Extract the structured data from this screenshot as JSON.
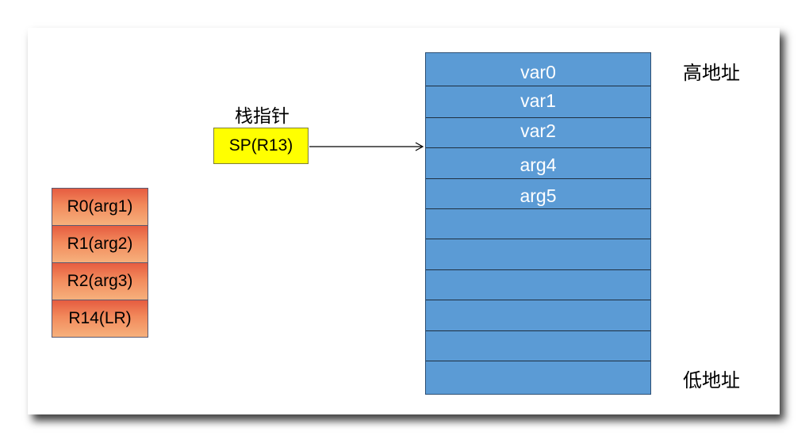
{
  "stack_pointer": {
    "label": "栈指针",
    "register": "SP(R13)"
  },
  "registers": [
    {
      "label": "R0(arg1)"
    },
    {
      "label": "R1(arg2)"
    },
    {
      "label": "R2(arg3)"
    },
    {
      "label": "R14(LR)"
    }
  ],
  "stack": {
    "slots": [
      {
        "label": "var0"
      },
      {
        "label": "var1"
      },
      {
        "label": "var2"
      },
      {
        "label": "arg4"
      },
      {
        "label": "arg5"
      },
      {
        "label": ""
      },
      {
        "label": ""
      },
      {
        "label": ""
      },
      {
        "label": ""
      },
      {
        "label": ""
      },
      {
        "label": ""
      }
    ],
    "high_address_label": "高地址",
    "low_address_label": "低地址"
  },
  "colors": {
    "sp_box": "#ffff00",
    "stack_fill": "#5b9bd5",
    "register_gradient_top": "#e65c40",
    "register_gradient_bottom": "#f6b07c"
  }
}
